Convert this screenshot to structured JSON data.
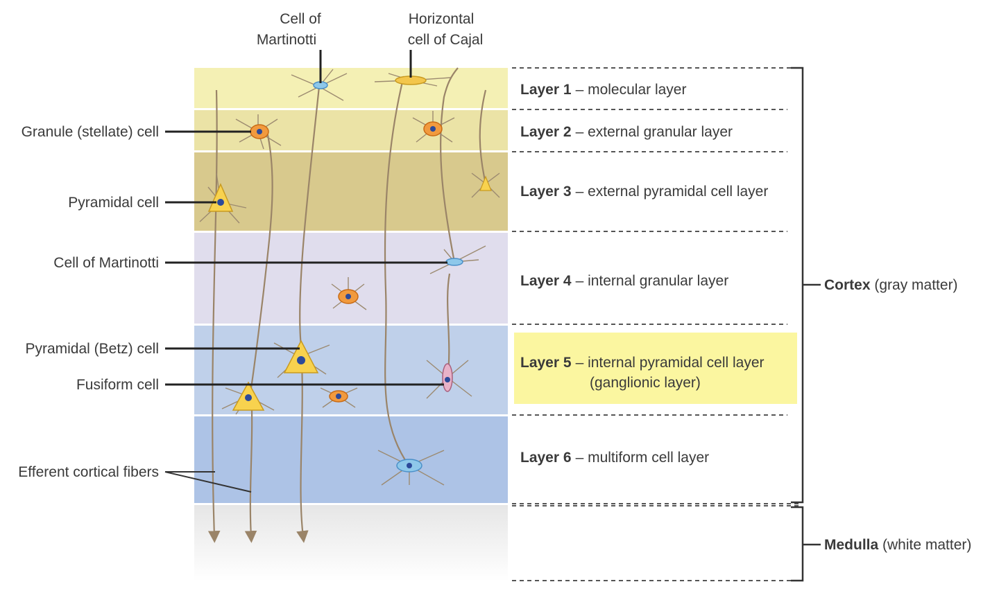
{
  "top_labels": {
    "martinotti": [
      "Cell of",
      "Martinotti"
    ],
    "cajal": [
      "Horizontal",
      "cell of Cajal"
    ]
  },
  "left_labels": {
    "granule": "Granule (stellate) cell",
    "pyramidal": "Pyramidal cell",
    "martinotti": "Cell of Martinotti",
    "betz": "Pyramidal (Betz) cell",
    "fusiform": "Fusiform cell",
    "efferent": "Efferent cortical fibers"
  },
  "layers": [
    {
      "number": "Layer 1",
      "name": "– molecular layer",
      "color": "#f4f0b4"
    },
    {
      "number": "Layer 2",
      "name": "– external granular layer",
      "color": "#ebe3a6"
    },
    {
      "number": "Layer 3",
      "name": "– external pyramidal cell layer",
      "color": "#d8c98d"
    },
    {
      "number": "Layer 4",
      "name": "– internal granular layer",
      "color": "#e0dded"
    },
    {
      "number": "Layer 5",
      "name": "– internal pyramidal cell layer",
      "name2": "(ganglionic layer)",
      "color": "#bfd0ea",
      "highlight": "#fbf6a0"
    },
    {
      "number": "Layer 6",
      "name": "– multiform cell layer",
      "color": "#adc3e6"
    }
  ],
  "medulla_color": "#e6e6e6",
  "brackets": {
    "cortex": {
      "bold": "Cortex",
      "rest": " (gray matter)"
    },
    "medulla": {
      "bold": "Medulla",
      "rest": " (white matter)"
    }
  }
}
